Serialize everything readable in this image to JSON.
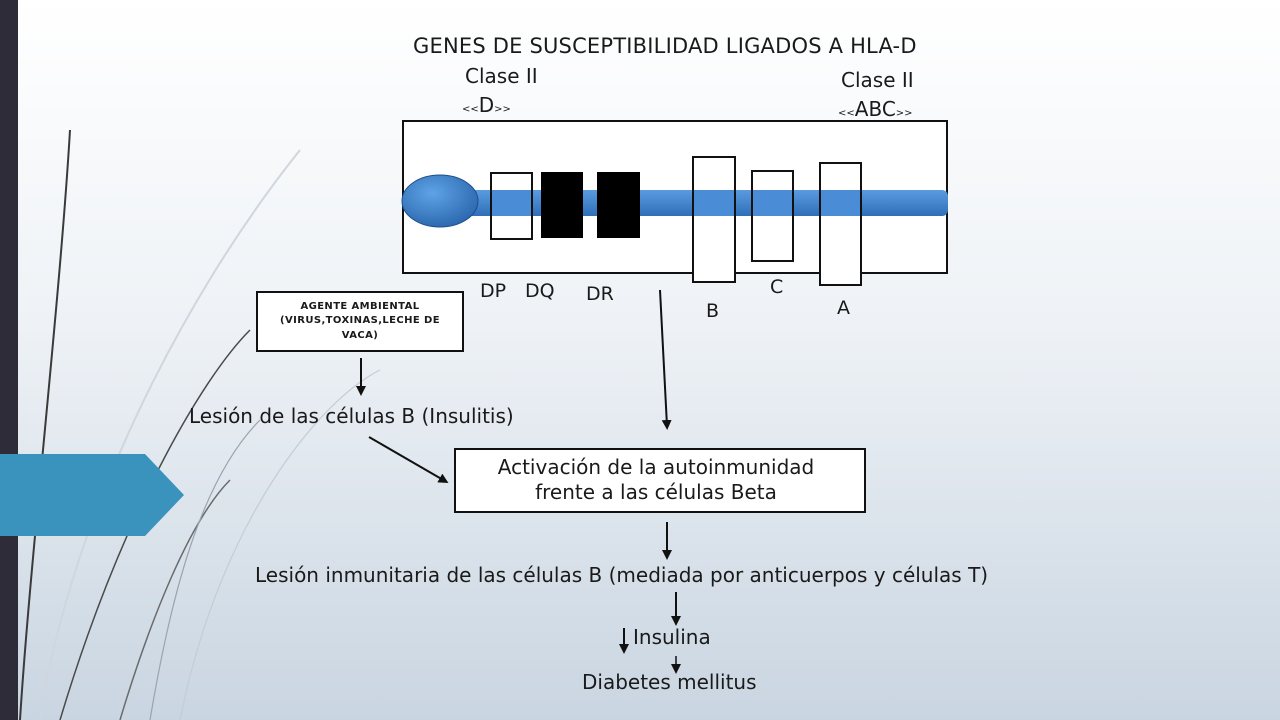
{
  "title": "GENES DE SUSCEPTIBILIDAD LIGADOS A HLA-D",
  "class_left": {
    "label": "Clase II",
    "sub_open": "<<",
    "sub_main": "D",
    "sub_close": ">>"
  },
  "class_right": {
    "label": "Clase II",
    "sub_open": "<<",
    "sub_main": "ABC",
    "sub_close": ">>"
  },
  "loci": {
    "dp": "DP",
    "dq": "DQ",
    "dr": "DR",
    "b": "B",
    "c": "C",
    "a": "A"
  },
  "agent_box": {
    "line1": "AGENTE AMBIENTAL",
    "line2": "(VIRUS,TOXINAS,LECHE DE",
    "line3": "VACA)"
  },
  "lesion_text": "Lesión de las células B (Insulitis)",
  "activation": {
    "line1": "Activación de la autoinmunidad",
    "line2": "frente a las células Beta"
  },
  "immune_lesion": "Lesión inmunitaria de las células B (mediada por anticuerpos y células T)",
  "insulina": "Insulina",
  "diabetes": "Diabetes mellitus",
  "colors": {
    "chromosome": "#3d84cf",
    "black_gene": "#000000",
    "tab": "#3a93bd",
    "sidebar": "#2f2c3a"
  }
}
